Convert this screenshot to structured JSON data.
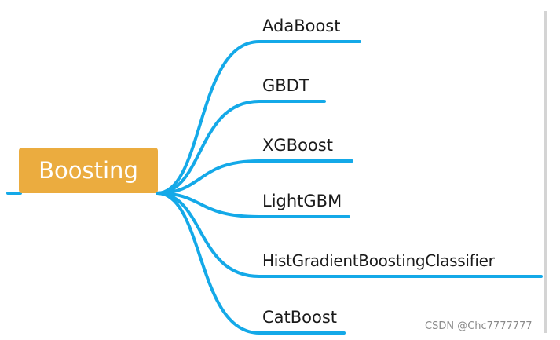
{
  "root": {
    "label": "Boosting"
  },
  "branches": [
    {
      "label": "AdaBoost"
    },
    {
      "label": "GBDT"
    },
    {
      "label": "XGBoost"
    },
    {
      "label": "LightGBM"
    },
    {
      "label": "HistGradientBoostingClassifier"
    },
    {
      "label": "CatBoost"
    }
  ],
  "watermark": "CSDN @Chc7777777",
  "colors": {
    "connector": "#14a9e8",
    "root_fill": "#ebac3f",
    "root_text": "#ffffff",
    "label_text": "#1a1a1a"
  }
}
